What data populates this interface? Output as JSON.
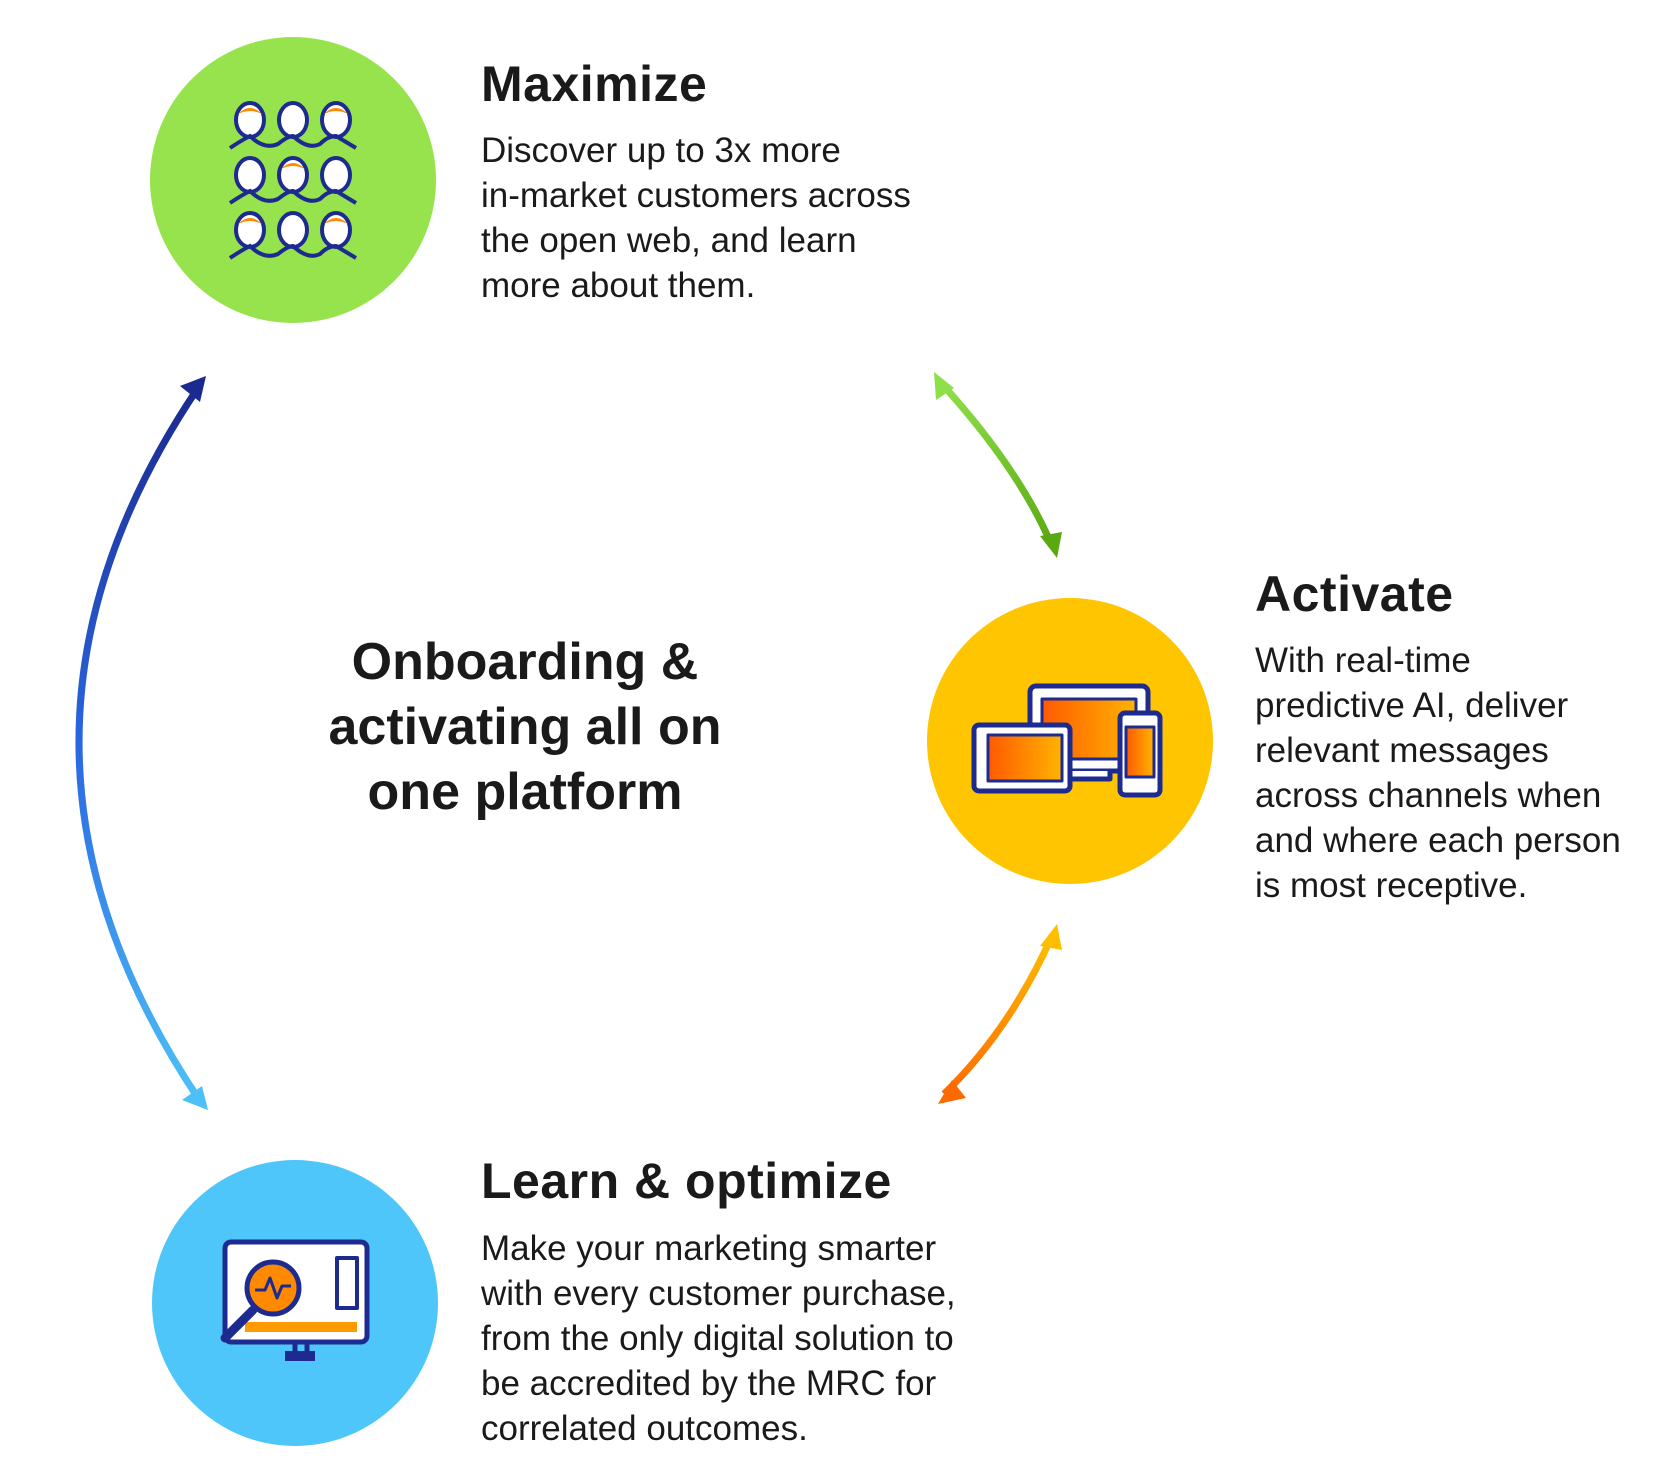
{
  "center_title": [
    "Onboarding &",
    "activating all on",
    "one platform"
  ],
  "steps": [
    {
      "title": "Maximize",
      "lines": [
        "Discover up to 3x more",
        "in-market customers across",
        "the open web, and learn",
        "more about them."
      ],
      "color": "#97e34d",
      "icon": "people-group-icon"
    },
    {
      "title": "Activate",
      "lines": [
        "With real-time",
        "predictive AI, deliver",
        "relevant messages",
        "across channels when",
        "and where each person",
        "is most receptive."
      ],
      "color": "#ffc500",
      "icon": "devices-icon"
    },
    {
      "title": "Learn & optimize",
      "lines": [
        "Make your marketing smarter",
        "with every customer purchase,",
        "from the only digital solution to",
        "be accredited by the MRC for",
        "correlated outcomes."
      ],
      "color": "#4fc6fa",
      "icon": "monitor-analytics-icon"
    }
  ]
}
